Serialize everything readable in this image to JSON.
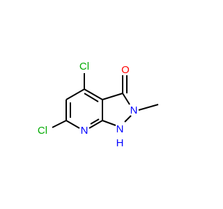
{
  "molecule": {
    "atoms": {
      "cl_top": {
        "label": "Cl",
        "color": "#00aa00"
      },
      "cl_left": {
        "label": "Cl",
        "color": "#00aa00"
      },
      "oxygen": {
        "label": "O",
        "color": "#ff0000"
      },
      "nitrogen_methyl": {
        "label": "N",
        "color": "#0000ff"
      },
      "nitrogen_ring": {
        "label": "N",
        "color": "#0000ff"
      },
      "nh": {
        "label": "N",
        "color": "#0000ff"
      },
      "nh_hydrogen": {
        "label": "H",
        "color": "#0000ff"
      }
    },
    "bond_color": "#000000"
  }
}
